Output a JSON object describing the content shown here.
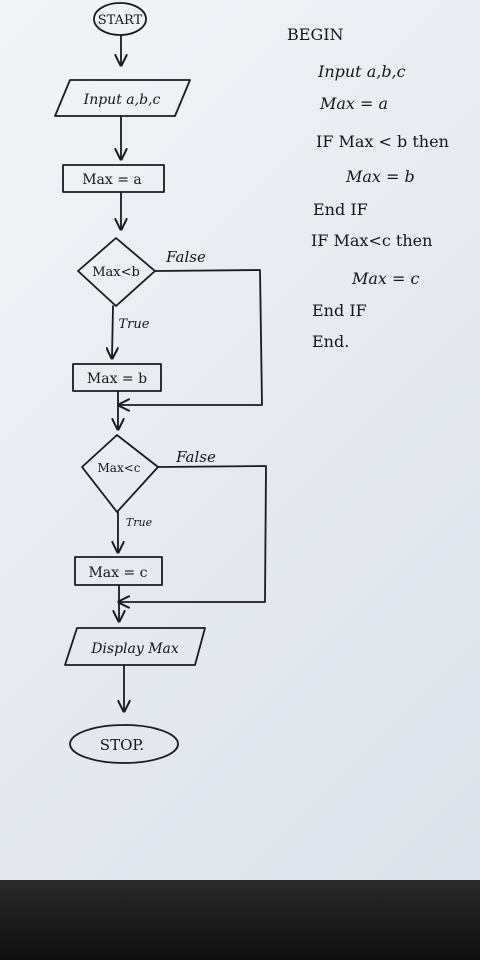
{
  "flowchart": {
    "start": "START",
    "input": "Input a,b,c",
    "assign_a": "Max = a",
    "decision1": "Max<b",
    "decision1_false": "False",
    "decision1_true": "True",
    "assign_b": "Max = b",
    "decision2": "Max<c",
    "decision2_false": "False",
    "decision2_true": "True",
    "assign_c": "Max = c",
    "display": "Display Max",
    "stop": "STOP."
  },
  "pseudocode": {
    "lines": [
      "BEGIN",
      "Input a,b,c",
      "Max = a",
      "IF Max < b then",
      "Max = b",
      "End IF",
      "IF Max<c then",
      "Max = c",
      "End IF",
      "End."
    ]
  }
}
